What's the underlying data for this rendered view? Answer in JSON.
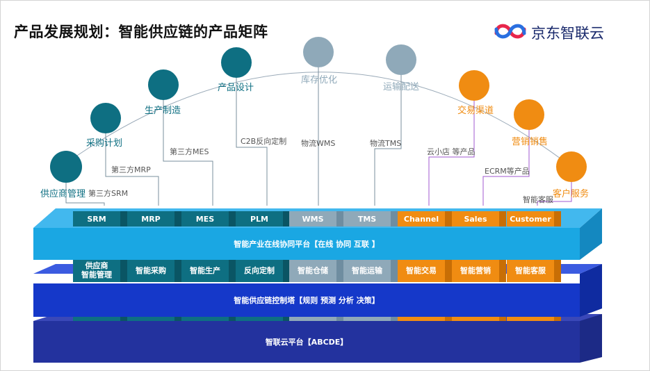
{
  "title": "产品发展规划：智能供应链的产品矩阵",
  "logo": {
    "text": "京东智联云",
    "icon": "jd-cloud-logo-icon"
  },
  "colors": {
    "teal": "#0e6f82",
    "grey": "#8fa9b9",
    "orange": "#f08c12",
    "cyan": "#1aa7e3",
    "blue": "#1538c9",
    "navy": "#23329e"
  },
  "arc_nodes": [
    {
      "label": "供应商管理",
      "sub": "第三方SRM",
      "color": "teal"
    },
    {
      "label": "采购计划",
      "sub": "第三方MRP",
      "color": "teal"
    },
    {
      "label": "生产制造",
      "sub": "第三方MES",
      "color": "teal"
    },
    {
      "label": "产品设计",
      "sub": "C2B反向定制",
      "color": "teal"
    },
    {
      "label": "库存优化",
      "sub": "物流WMS",
      "color": "grey"
    },
    {
      "label": "运输配送",
      "sub": "物流TMS",
      "color": "grey"
    },
    {
      "label": "交易渠道",
      "sub": "云小店 等产品",
      "color": "orange"
    },
    {
      "label": "营销销售",
      "sub": "ECRM等产品",
      "color": "orange"
    },
    {
      "label": "客户服务",
      "sub": "智能客服",
      "color": "orange"
    }
  ],
  "top_blocks": [
    "SRM",
    "MRP",
    "MES",
    "PLM",
    "WMS",
    "TMS",
    "Channel",
    "Sales",
    "Customer"
  ],
  "mid_blocks": [
    "供应商\n智能管理",
    "智能采购",
    "智能生产",
    "反向定制",
    "智能仓储",
    "智能运输",
    "智能交易",
    "智能营销",
    "智能客服"
  ],
  "layers": {
    "platform": "智能产业在线协同平台【在线 协同 互联 】",
    "control": "智能供应链控制塔【规则 预测 分析 决策】",
    "cloud": "智联云平台【ABCDE】"
  }
}
